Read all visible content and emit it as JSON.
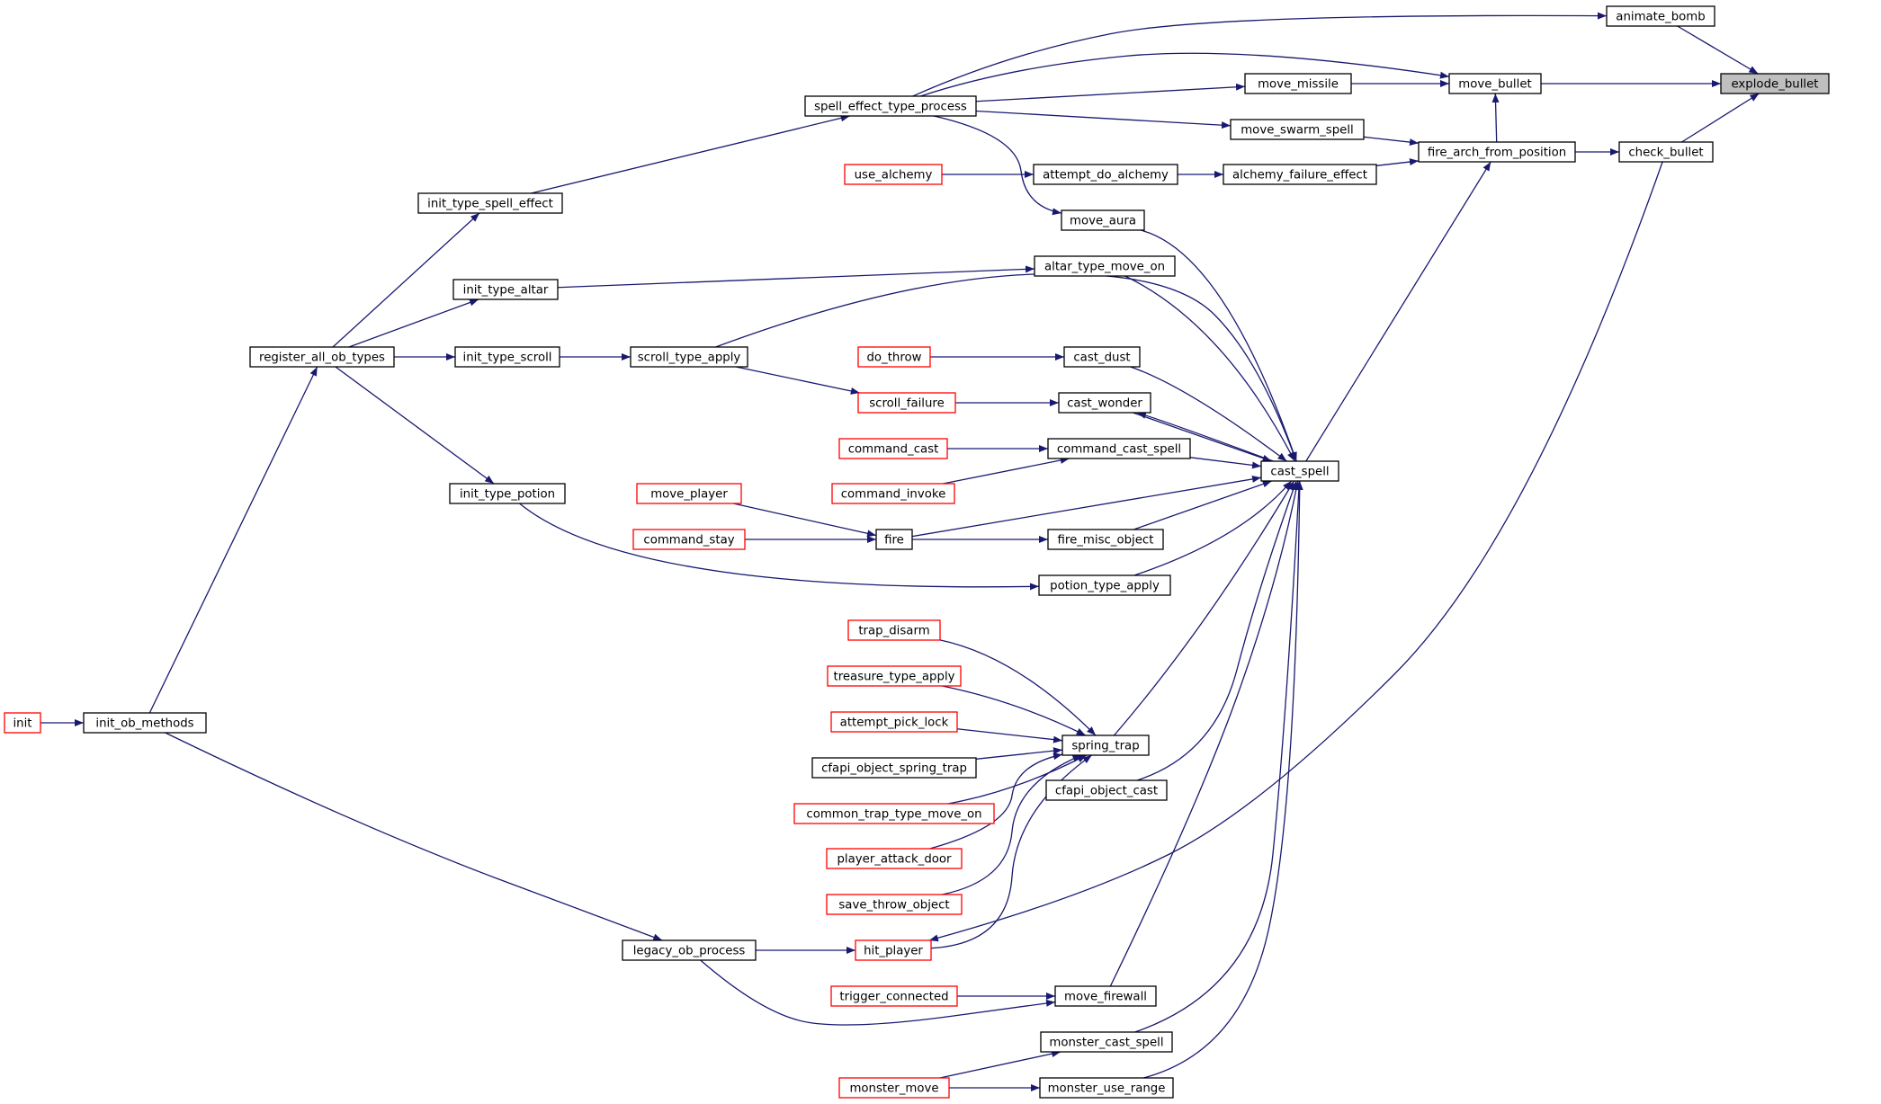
{
  "graph": {
    "edge_color": "#191970",
    "focus_fill": "#bfbfbf",
    "external_border": "#ff0000",
    "nodes": [
      {
        "id": "explode_bullet",
        "label": "explode_bullet",
        "style": "focus"
      },
      {
        "id": "animate_bomb",
        "label": "animate_bomb",
        "style": "normal"
      },
      {
        "id": "move_bullet",
        "label": "move_bullet",
        "style": "normal"
      },
      {
        "id": "check_bullet",
        "label": "check_bullet",
        "style": "normal"
      },
      {
        "id": "move_missile",
        "label": "move_missile",
        "style": "normal"
      },
      {
        "id": "spell_effect_type_process",
        "label": "spell_effect_type_process",
        "style": "normal"
      },
      {
        "id": "move_swarm_spell",
        "label": "move_swarm_spell",
        "style": "normal"
      },
      {
        "id": "fire_arch_from_position",
        "label": "fire_arch_from_position",
        "style": "normal"
      },
      {
        "id": "alchemy_failure_effect",
        "label": "alchemy_failure_effect",
        "style": "normal"
      },
      {
        "id": "attempt_do_alchemy",
        "label": "attempt_do_alchemy",
        "style": "normal"
      },
      {
        "id": "use_alchemy",
        "label": "use_alchemy",
        "style": "external"
      },
      {
        "id": "init_type_spell_effect",
        "label": "init_type_spell_effect",
        "style": "normal"
      },
      {
        "id": "move_aura",
        "label": "move_aura",
        "style": "normal"
      },
      {
        "id": "altar_type_move_on",
        "label": "altar_type_move_on",
        "style": "normal"
      },
      {
        "id": "init_type_altar",
        "label": "init_type_altar",
        "style": "normal"
      },
      {
        "id": "register_all_ob_types",
        "label": "register_all_ob_types",
        "style": "normal"
      },
      {
        "id": "init_type_scroll",
        "label": "init_type_scroll",
        "style": "normal"
      },
      {
        "id": "scroll_type_apply",
        "label": "scroll_type_apply",
        "style": "normal"
      },
      {
        "id": "do_throw",
        "label": "do_throw",
        "style": "external"
      },
      {
        "id": "cast_dust",
        "label": "cast_dust",
        "style": "normal"
      },
      {
        "id": "scroll_failure",
        "label": "scroll_failure",
        "style": "external"
      },
      {
        "id": "cast_wonder",
        "label": "cast_wonder",
        "style": "normal"
      },
      {
        "id": "command_cast",
        "label": "command_cast",
        "style": "external"
      },
      {
        "id": "command_cast_spell",
        "label": "command_cast_spell",
        "style": "normal"
      },
      {
        "id": "cast_spell",
        "label": "cast_spell",
        "style": "normal"
      },
      {
        "id": "command_invoke",
        "label": "command_invoke",
        "style": "external"
      },
      {
        "id": "move_player",
        "label": "move_player",
        "style": "external"
      },
      {
        "id": "init_type_potion",
        "label": "init_type_potion",
        "style": "normal"
      },
      {
        "id": "fire",
        "label": "fire",
        "style": "normal"
      },
      {
        "id": "fire_misc_object",
        "label": "fire_misc_object",
        "style": "normal"
      },
      {
        "id": "command_stay",
        "label": "command_stay",
        "style": "external"
      },
      {
        "id": "potion_type_apply",
        "label": "potion_type_apply",
        "style": "normal"
      },
      {
        "id": "trap_disarm",
        "label": "trap_disarm",
        "style": "external"
      },
      {
        "id": "treasure_type_apply",
        "label": "treasure_type_apply",
        "style": "external"
      },
      {
        "id": "init",
        "label": "init",
        "style": "external"
      },
      {
        "id": "init_ob_methods",
        "label": "init_ob_methods",
        "style": "normal"
      },
      {
        "id": "attempt_pick_lock",
        "label": "attempt_pick_lock",
        "style": "external"
      },
      {
        "id": "spring_trap",
        "label": "spring_trap",
        "style": "normal"
      },
      {
        "id": "cfapi_object_spring_trap",
        "label": "cfapi_object_spring_trap",
        "style": "normal"
      },
      {
        "id": "cfapi_object_cast",
        "label": "cfapi_object_cast",
        "style": "normal"
      },
      {
        "id": "common_trap_type_move_on",
        "label": "common_trap_type_move_on",
        "style": "external"
      },
      {
        "id": "player_attack_door",
        "label": "player_attack_door",
        "style": "external"
      },
      {
        "id": "save_throw_object",
        "label": "save_throw_object",
        "style": "external"
      },
      {
        "id": "legacy_ob_process",
        "label": "legacy_ob_process",
        "style": "normal"
      },
      {
        "id": "hit_player",
        "label": "hit_player",
        "style": "external"
      },
      {
        "id": "trigger_connected",
        "label": "trigger_connected",
        "style": "external"
      },
      {
        "id": "move_firewall",
        "label": "move_firewall",
        "style": "normal"
      },
      {
        "id": "monster_cast_spell",
        "label": "monster_cast_spell",
        "style": "normal"
      },
      {
        "id": "monster_move",
        "label": "monster_move",
        "style": "external"
      },
      {
        "id": "monster_use_range",
        "label": "monster_use_range",
        "style": "normal"
      }
    ],
    "edges": [
      [
        "animate_bomb",
        "explode_bullet"
      ],
      [
        "move_bullet",
        "explode_bullet"
      ],
      [
        "check_bullet",
        "explode_bullet"
      ],
      [
        "move_missile",
        "move_bullet"
      ],
      [
        "spell_effect_type_process",
        "move_bullet"
      ],
      [
        "spell_effect_type_process",
        "animate_bomb"
      ],
      [
        "spell_effect_type_process",
        "move_missile"
      ],
      [
        "spell_effect_type_process",
        "move_swarm_spell"
      ],
      [
        "spell_effect_type_process",
        "move_aura"
      ],
      [
        "fire_arch_from_position",
        "move_bullet"
      ],
      [
        "fire_arch_from_position",
        "check_bullet"
      ],
      [
        "move_swarm_spell",
        "fire_arch_from_position"
      ],
      [
        "alchemy_failure_effect",
        "fire_arch_from_position"
      ],
      [
        "attempt_do_alchemy",
        "alchemy_failure_effect"
      ],
      [
        "use_alchemy",
        "attempt_do_alchemy"
      ],
      [
        "init_type_spell_effect",
        "spell_effect_type_process"
      ],
      [
        "register_all_ob_types",
        "init_type_spell_effect"
      ],
      [
        "init_type_altar",
        "altar_type_move_on"
      ],
      [
        "register_all_ob_types",
        "init_type_altar"
      ],
      [
        "register_all_ob_types",
        "init_type_scroll"
      ],
      [
        "init_type_scroll",
        "scroll_type_apply"
      ],
      [
        "register_all_ob_types",
        "init_type_potion"
      ],
      [
        "init_ob_methods",
        "register_all_ob_types"
      ],
      [
        "init",
        "init_ob_methods"
      ],
      [
        "init_ob_methods",
        "legacy_ob_process"
      ],
      [
        "cast_spell",
        "fire_arch_from_position"
      ],
      [
        "move_aura",
        "cast_spell"
      ],
      [
        "altar_type_move_on",
        "cast_spell"
      ],
      [
        "scroll_type_apply",
        "cast_spell"
      ],
      [
        "scroll_type_apply",
        "scroll_failure"
      ],
      [
        "do_throw",
        "cast_dust"
      ],
      [
        "cast_dust",
        "cast_spell"
      ],
      [
        "scroll_failure",
        "cast_wonder"
      ],
      [
        "cast_wonder",
        "cast_spell"
      ],
      [
        "cast_spell",
        "cast_wonder"
      ],
      [
        "command_cast",
        "command_cast_spell"
      ],
      [
        "command_invoke",
        "command_cast_spell"
      ],
      [
        "command_cast_spell",
        "cast_spell"
      ],
      [
        "move_player",
        "fire"
      ],
      [
        "command_stay",
        "fire"
      ],
      [
        "fire",
        "fire_misc_object"
      ],
      [
        "fire",
        "cast_spell"
      ],
      [
        "fire_misc_object",
        "cast_spell"
      ],
      [
        "init_type_potion",
        "potion_type_apply"
      ],
      [
        "potion_type_apply",
        "cast_spell"
      ],
      [
        "trap_disarm",
        "spring_trap"
      ],
      [
        "treasure_type_apply",
        "spring_trap"
      ],
      [
        "attempt_pick_lock",
        "spring_trap"
      ],
      [
        "cfapi_object_spring_trap",
        "spring_trap"
      ],
      [
        "common_trap_type_move_on",
        "spring_trap"
      ],
      [
        "player_attack_door",
        "spring_trap"
      ],
      [
        "save_throw_object",
        "spring_trap"
      ],
      [
        "hit_player",
        "spring_trap"
      ],
      [
        "spring_trap",
        "cast_spell"
      ],
      [
        "cfapi_object_cast",
        "cast_spell"
      ],
      [
        "legacy_ob_process",
        "hit_player"
      ],
      [
        "legacy_ob_process",
        "move_firewall"
      ],
      [
        "check_bullet",
        "hit_player"
      ],
      [
        "trigger_connected",
        "move_firewall"
      ],
      [
        "move_firewall",
        "cast_spell"
      ],
      [
        "monster_cast_spell",
        "cast_spell"
      ],
      [
        "monster_use_range",
        "cast_spell"
      ],
      [
        "monster_move",
        "monster_cast_spell"
      ],
      [
        "monster_move",
        "monster_use_range"
      ]
    ]
  }
}
